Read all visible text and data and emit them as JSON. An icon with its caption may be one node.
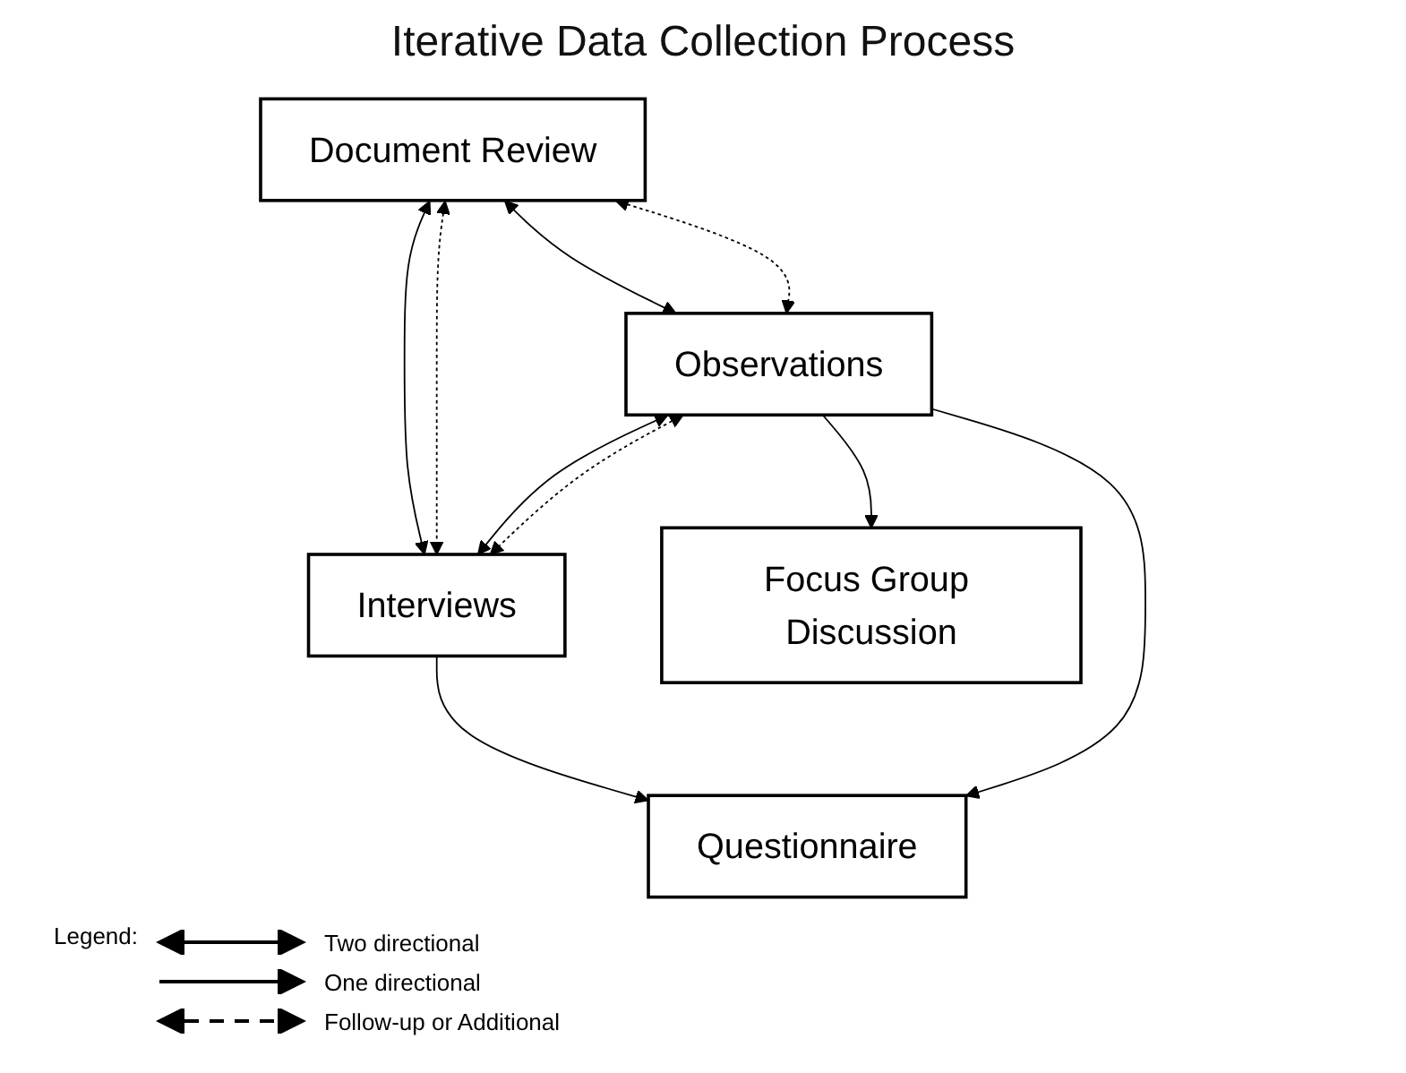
{
  "diagram": {
    "title": "Iterative Data Collection Process",
    "nodes": [
      {
        "text": [
          "Document Review"
        ]
      },
      {
        "text": [
          "Interviews"
        ]
      },
      {
        "text": [
          "Observations"
        ]
      },
      {
        "text": [
          "Questionnaire"
        ]
      },
      {
        "text": [
          "Focus Group Discussion"
        ]
      }
    ],
    "edges": [
      {
        "from": 0,
        "to": 1,
        "arrow": "both"
      },
      {
        "from": 0,
        "to": 1,
        "arrow": "both",
        "style": "dashed"
      },
      {
        "from": 0,
        "to": 2,
        "arrow": "both"
      },
      {
        "from": 0,
        "to": 2,
        "arrow": "both",
        "style": "dashed"
      },
      {
        "from": 2,
        "to": 1,
        "arrow": "both"
      },
      {
        "from": 2,
        "to": 1,
        "arrow": "both",
        "style": "dashed"
      },
      {
        "from": 1,
        "to": 3,
        "arrow": "to"
      },
      {
        "from": 2,
        "to": 3,
        "arrow": "to"
      },
      {
        "from": 2,
        "to": 4,
        "arrow": "to"
      }
    ],
    "labels": [
      "Legend:"
    ],
    "legend": [
      {
        "text": "Two directional"
      },
      {
        "text": "One directional"
      },
      {
        "text": "Follow-up or Additional"
      }
    ]
  }
}
